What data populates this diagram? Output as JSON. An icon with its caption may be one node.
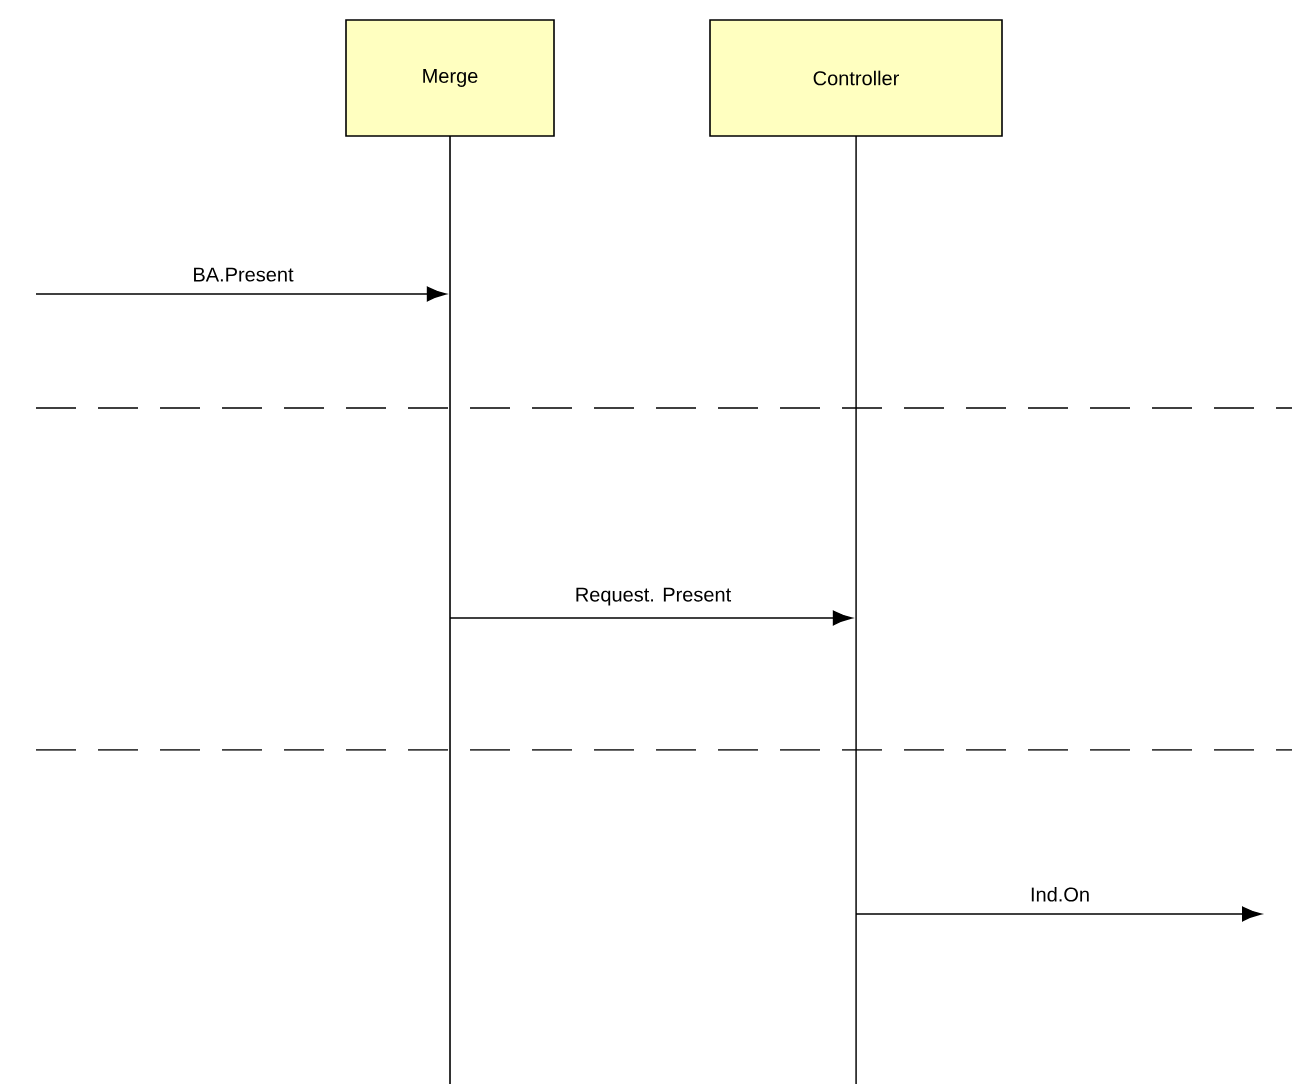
{
  "diagram": {
    "nodes": [
      {
        "text": [
          "Merge"
        ]
      },
      {
        "text": [
          "Controller"
        ]
      },
      {
        "text": [],
        "shape": "line"
      },
      {
        "text": [],
        "shape": "line"
      }
    ],
    "edges": [
      {
        "from": null,
        "to": 2,
        "arrow": "to",
        "label": "BA.Present"
      },
      {
        "from": 2,
        "to": 3,
        "arrow": "to",
        "label": "Request. Present"
      },
      {
        "from": 3,
        "to": null,
        "arrow": "to",
        "label": "Ind.On"
      }
    ]
  }
}
